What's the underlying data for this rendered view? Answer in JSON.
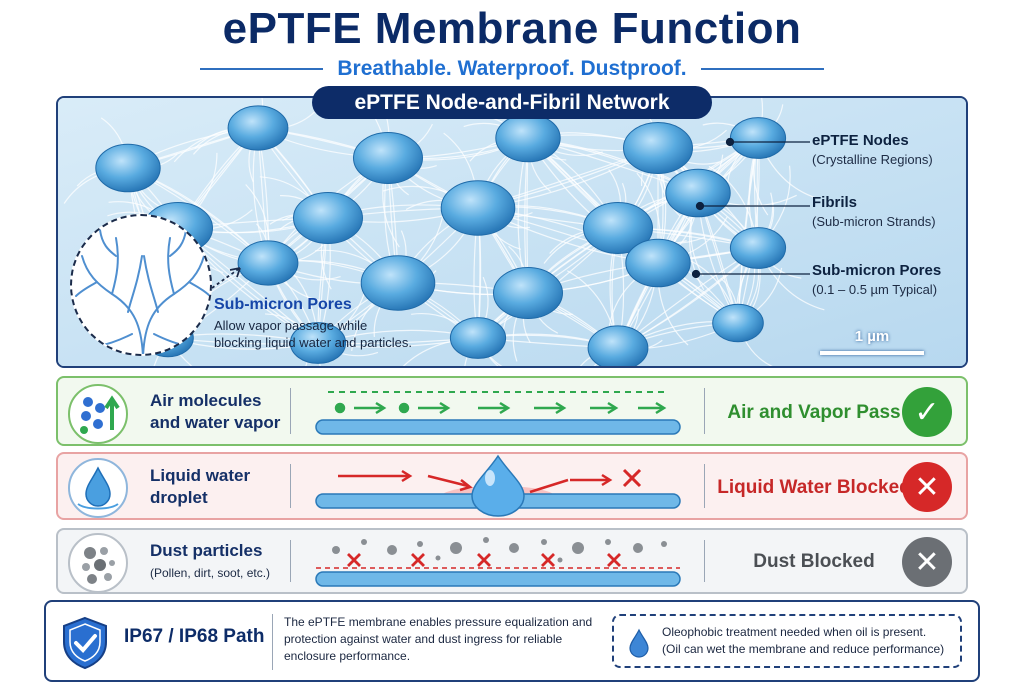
{
  "header": {
    "title": "ePTFE Membrane Function",
    "subtitle": "Breathable. Waterproof. Dustproof."
  },
  "network": {
    "tab_label": "ePTFE Node-and-Fibril Network",
    "callouts": [
      {
        "title": "ePTFE Nodes",
        "subtitle": "(Crystalline Regions)"
      },
      {
        "title": "Fibrils",
        "subtitle": "(Sub-micron Strands)"
      },
      {
        "title": "Sub-micron Pores",
        "subtitle": "(0.1 – 0.5 µm Typical)"
      }
    ],
    "pore_note": {
      "title": "Sub-micron Pores",
      "line1": "Allow vapor passage while",
      "line2": "blocking liquid water and particles."
    },
    "scale_label": "1 µm"
  },
  "rows": [
    {
      "label_line1": "Air molecules",
      "label_line2": "and water vapor",
      "result": "Air and Vapor Pass",
      "status": "pass",
      "color": "#2f8f2f"
    },
    {
      "label_line1": "Liquid water",
      "label_line2": "droplet",
      "result": "Liquid Water Blocked",
      "status": "blocked",
      "color": "#d62828"
    },
    {
      "label_line1": "Dust particles",
      "label_line2": "(Pollen, dirt, soot, etc.)",
      "result": "Dust Blocked",
      "status": "blocked",
      "color": "#6b6f74"
    }
  ],
  "footer": {
    "title": "IP67 / IP68 Path",
    "text": "The ePTFE membrane enables pressure equalization and protection against water and dust ingress for reliable enclosure performance.",
    "note_line1": "Oleophobic treatment needed when oil is present.",
    "note_line2": "(Oil can wet the membrane and reduce performance)"
  },
  "icons": {
    "check": "✓",
    "cross": "✕"
  }
}
